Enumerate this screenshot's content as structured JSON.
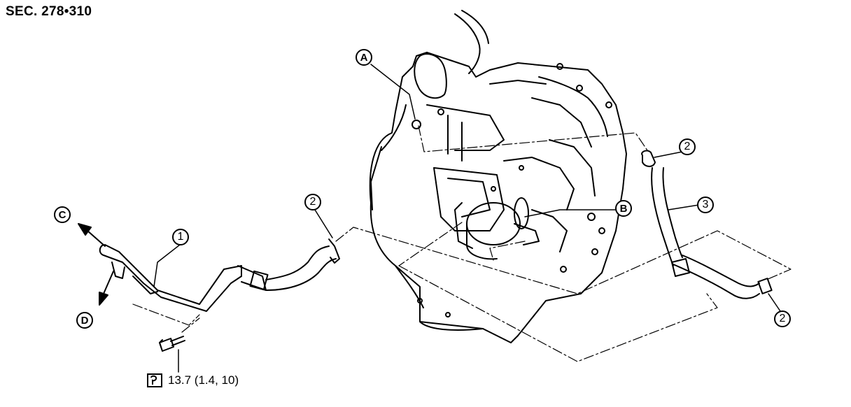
{
  "section": {
    "title": "SEC. 278•310"
  },
  "callouts": {
    "part_1": "1",
    "part_2": "2",
    "part_3": "3",
    "ref_a": "A",
    "ref_b": "B",
    "dir_c": "C",
    "dir_d": "D"
  },
  "torque": {
    "value": "13.7 (1.4, 10)",
    "icon": "torque-wrench-icon"
  }
}
